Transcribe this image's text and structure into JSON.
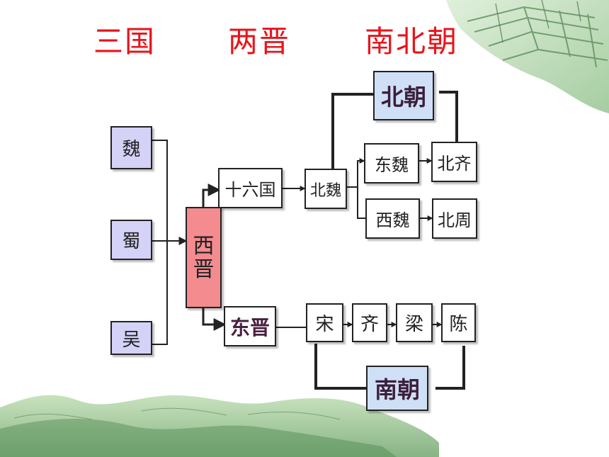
{
  "title": {
    "three_kingdoms": "三国",
    "two_jin": "两晋",
    "north_south": "南北朝"
  },
  "kingdoms": [
    "魏",
    "蜀",
    "吴"
  ],
  "xijin": [
    "西",
    "晋"
  ],
  "sixteen_states": "十六国",
  "dongjin": "东晋",
  "north": {
    "header": "北朝",
    "beiwei": "北魏",
    "dongwei": "东魏",
    "xiwei": "西魏",
    "beiqi": "北齐",
    "beizhou": "北周"
  },
  "south": {
    "header": "南朝",
    "dynasties": [
      "宋",
      "齐",
      "梁",
      "陈"
    ]
  },
  "colors": {
    "title": "#e8141b",
    "kingdom_fill": "#d4d2f6",
    "xijin_fill": "#f48b8f",
    "header_fill": "#cfe0f6"
  }
}
